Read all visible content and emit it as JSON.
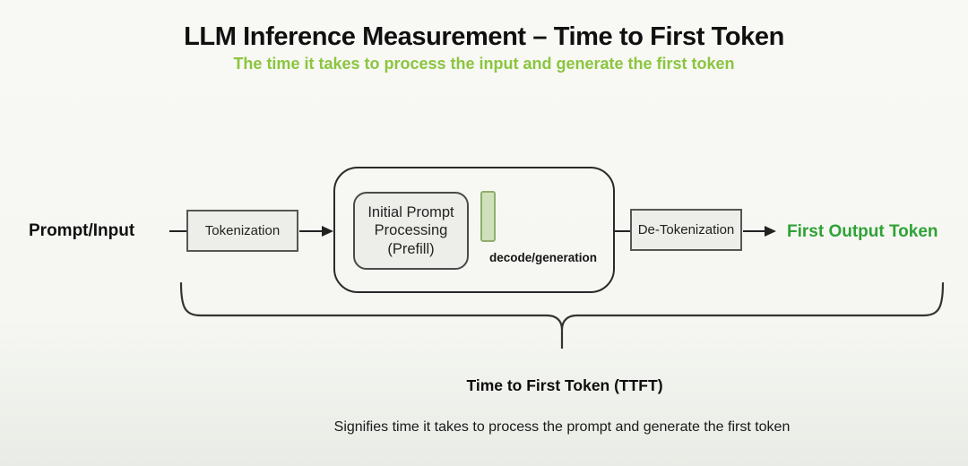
{
  "header": {
    "title": "LLM Inference Measurement – Time to First Token",
    "subtitle": "The time it takes to process the input and generate the first token"
  },
  "diagram": {
    "input_label": "Prompt/Input",
    "tokenization_label": "Tokenization",
    "prefill_label": "Initial Prompt\nProcessing\n(Prefill)",
    "decode_label": "decode/generation",
    "detokenization_label": "De-Tokenization",
    "output_label": "First Output Token"
  },
  "annotation": {
    "brace_label": "Time to First Token (TTFT)",
    "description": "Signifies time it takes to process the prompt and generate the first token"
  },
  "colors": {
    "subtitle_green": "#8bc53f",
    "output_text_green": "#2fa236",
    "bar_fill_green": "#cfe1ba",
    "bar_border_green": "#8fae6d",
    "box_fill_gray": "#edeee9",
    "box_border_gray": "#565656",
    "line_black": "#222222",
    "background": "#f6f7f2"
  }
}
